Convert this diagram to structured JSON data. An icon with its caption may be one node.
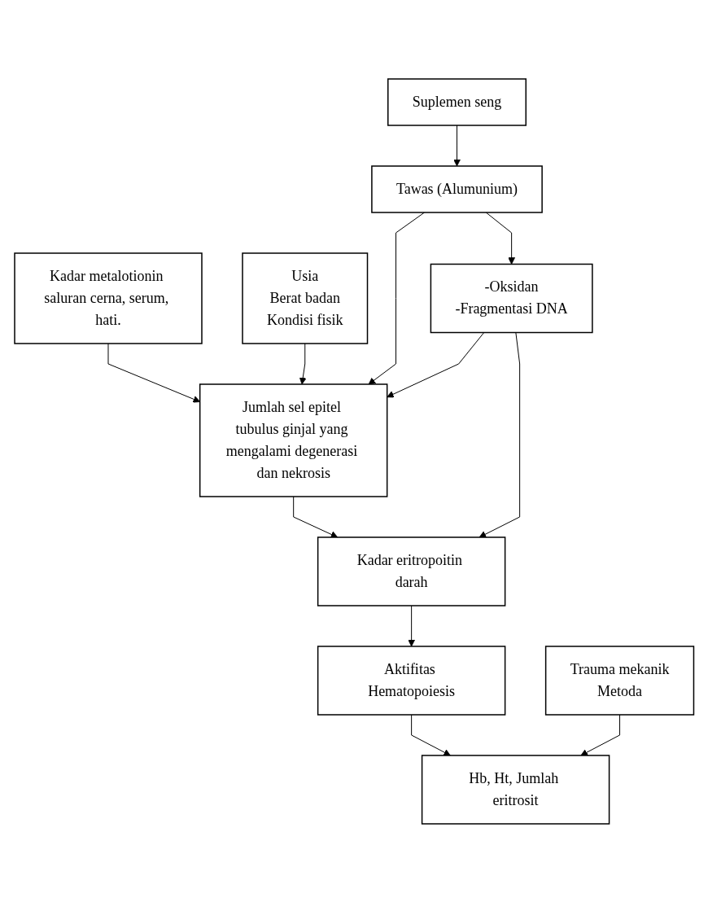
{
  "diagram": {
    "nodes": [
      {
        "text": [
          "Tawas (Alumunium)"
        ]
      },
      {
        "text": [
          "Suplemen seng"
        ]
      },
      {
        "text": [
          "Kadar metalotionin saluran cerna, serum, hati."
        ]
      },
      {
        "text": [
          "Usia",
          "Berat badan",
          "Kondisi fisik"
        ]
      },
      {
        "text": [
          "Jumlah sel epitel tubulus ginjal yang mengalami degenerasi dan nekrosis"
        ]
      },
      {
        "text": [
          "-Oksidan",
          "-Fragmentasi DNA"
        ]
      },
      {
        "text": [
          "Kadar eritropoitin darah"
        ]
      },
      {
        "text": [
          "Aktifitas Hematopoiesis"
        ]
      },
      {
        "text": [
          "Trauma mekanik",
          "Metoda"
        ]
      },
      {
        "text": [
          "Hb, Ht, Jumlah eritrosit"
        ]
      }
    ],
    "edges": [
      {
        "from": 1,
        "to": 0,
        "arrow": "to"
      },
      {
        "from": 0,
        "to": 4,
        "arrow": "to"
      },
      {
        "from": 2,
        "to": 4,
        "arrow": "to"
      },
      {
        "from": 3,
        "to": 4,
        "arrow": "to"
      },
      {
        "from": 0,
        "to": 5,
        "arrow": "to"
      },
      {
        "from": 5,
        "to": 4,
        "arrow": "to"
      },
      {
        "from": 5,
        "to": 6,
        "arrow": "to"
      },
      {
        "from": 4,
        "to": 6,
        "arrow": "to"
      },
      {
        "from": 6,
        "to": 7,
        "arrow": "to"
      },
      {
        "from": 7,
        "to": 9,
        "arrow": "to"
      },
      {
        "from": 8,
        "to": 9,
        "arrow": "to"
      }
    ]
  }
}
